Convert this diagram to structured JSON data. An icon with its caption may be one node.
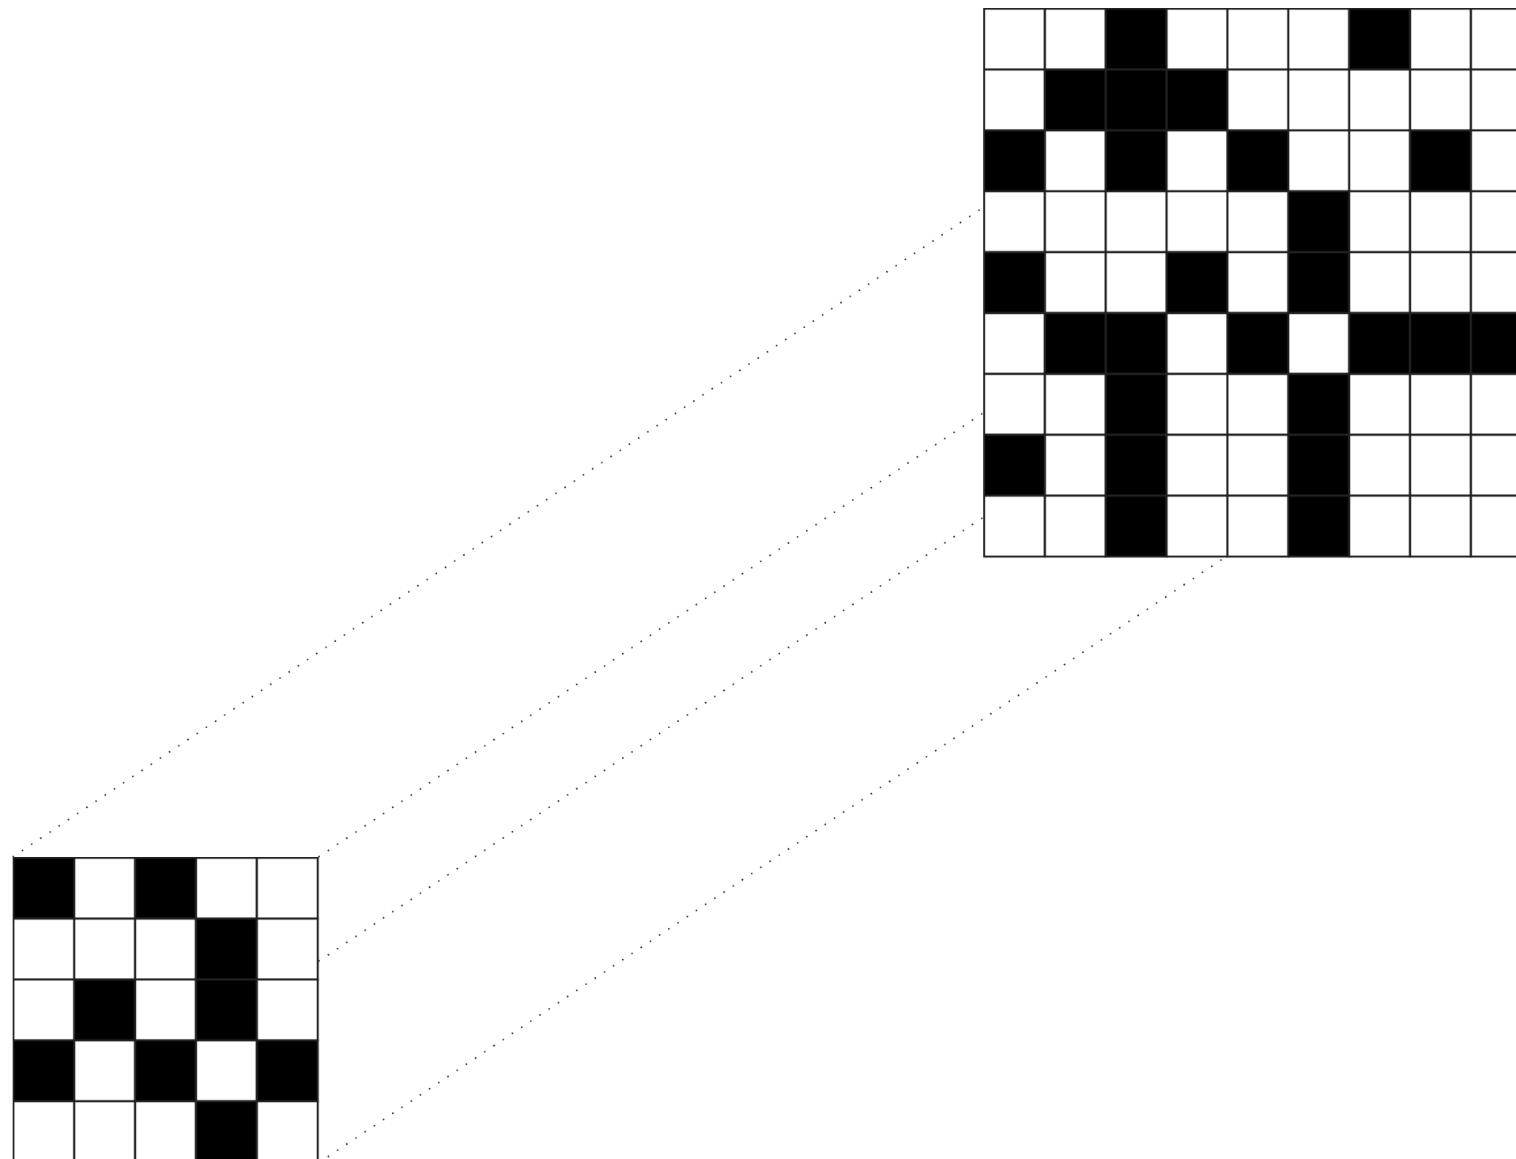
{
  "diagram": {
    "nodes": [
      {
        "text": [],
        "shape": "grid"
      },
      {
        "text": [],
        "shape": "grid"
      }
    ],
    "edges": [
      {
        "from": 1,
        "to": 0,
        "arrow": "none",
        "style": "dashed"
      },
      {
        "from": 1,
        "to": 0,
        "arrow": "none",
        "style": "dashed"
      },
      {
        "from": 1,
        "to": 0,
        "arrow": "none",
        "style": "dashed"
      },
      {
        "from": 1,
        "to": 0,
        "arrow": "none",
        "style": "dashed"
      }
    ]
  }
}
